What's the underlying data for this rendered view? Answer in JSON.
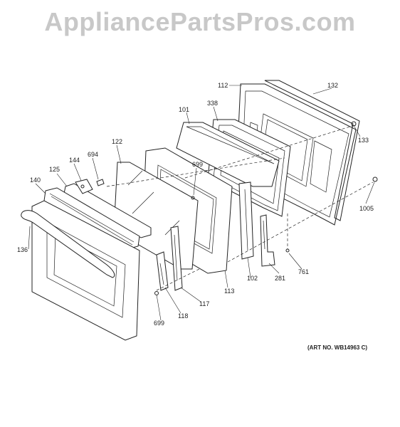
{
  "watermark": "AppliancePartsPros.com",
  "art_number": "(ART NO. WB14963 C)",
  "callouts": {
    "c112": "112",
    "c132": "132",
    "c338": "338",
    "c101": "101",
    "c133": "133",
    "c122": "122",
    "c694": "694",
    "c144": "144",
    "c699a": "699",
    "c125": "125",
    "c140": "140",
    "c1005": "1005",
    "c136": "136",
    "c102": "102",
    "c281": "281",
    "c761": "761",
    "c113": "113",
    "c117": "117",
    "c118": "118",
    "c699b": "699"
  }
}
